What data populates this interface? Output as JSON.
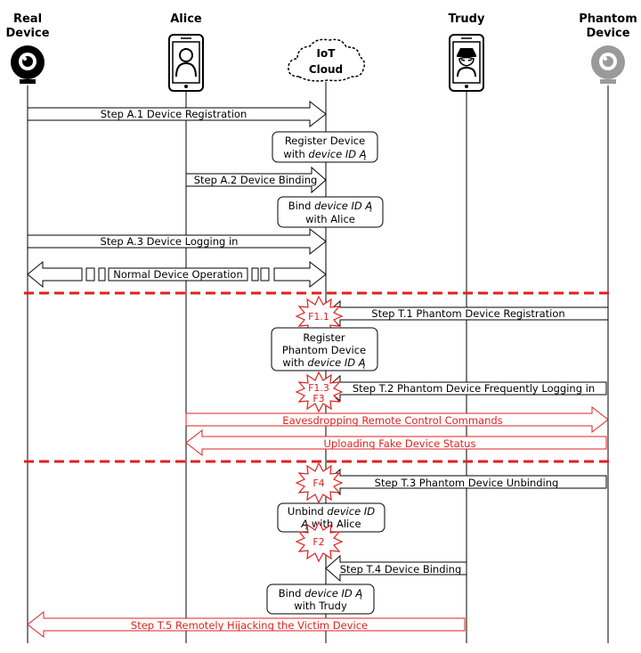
{
  "actors": {
    "real_device": [
      "Real",
      "Device"
    ],
    "alice": "Alice",
    "cloud": [
      "IoT",
      "Cloud"
    ],
    "trudy": "Trudy",
    "phantom_device": [
      "Phantom",
      "Device"
    ]
  },
  "messages": {
    "a1": "Step A.1 Device Registration",
    "a2": "Step A.2 Device Binding",
    "a3": "Step A.3 Device Logging in",
    "normal": "Normal Device Operation",
    "t1": "Step T.1 Phantom Device Registration",
    "t2": "Step T.2 Phantom Device Frequently Logging in",
    "eaves": "Eavesdropping Remote Control Commands",
    "upload": "Uploading Fake Device Status",
    "t3": "Step T.3 Phantom Device Unbinding",
    "t4": "Step T.4 Device Binding",
    "t5": "Step T.5 Remotely Hijacking the Victim Device"
  },
  "boxes": {
    "register": [
      "Register Device",
      "with ",
      "device ID Ą"
    ],
    "bind_alice": [
      "Bind ",
      "device ID Ą",
      "with Alice"
    ],
    "register_phantom": [
      "Register",
      "Phantom Device",
      "with ",
      "device ID Ą"
    ],
    "unbind": [
      "Unbind ",
      "device ID",
      "Ą",
      " with Alice"
    ],
    "bind_trudy": [
      "Bind ",
      "device ID Ą",
      "with Trudy"
    ]
  },
  "flaws": {
    "f1_1": "F1.1",
    "f1_3": "F1.3",
    "f3": "F3",
    "f4": "F4",
    "f2": "F2"
  },
  "colors": {
    "attack": "#e02020",
    "line": "#000000",
    "phantom_gray": "#999999"
  }
}
